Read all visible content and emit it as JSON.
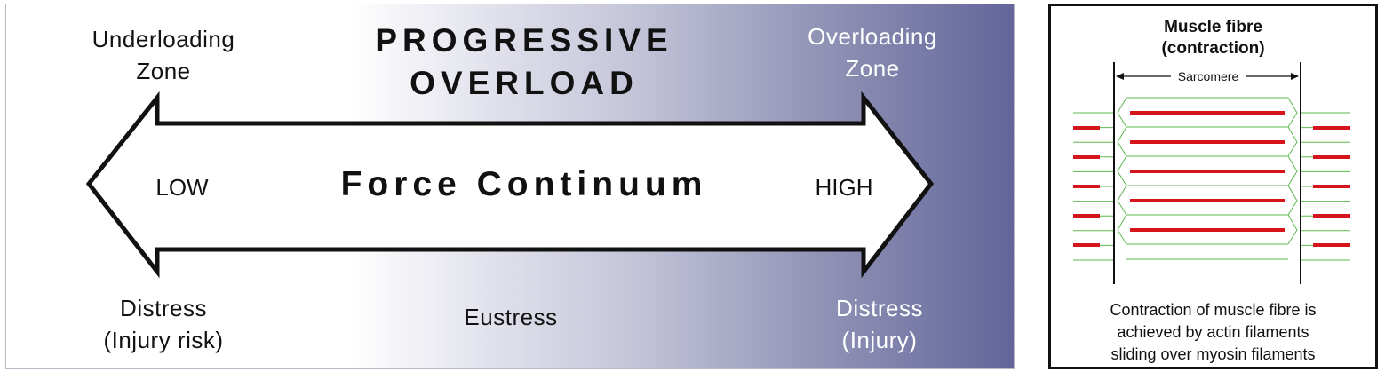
{
  "diagram": {
    "title_lines": [
      "PROGRESSIVE",
      "OVERLOAD"
    ],
    "arrow_label": "Force Continuum",
    "low_label": "LOW",
    "high_label": "HIGH",
    "top_left_zone": [
      "Underloading",
      "Zone"
    ],
    "top_right_zone": [
      "Overloading",
      "Zone"
    ],
    "bottom_left": [
      "Distress",
      "(Injury risk)"
    ],
    "bottom_center": "Eustress",
    "bottom_right": [
      "Distress",
      "(Injury)"
    ],
    "colors": {
      "gradient_end": "#63669a",
      "arrow_outline": "#111111"
    }
  },
  "fibre": {
    "title_lines": [
      "Muscle fibre",
      "(contraction)"
    ],
    "sarcomere_label": "Sarcomere",
    "caption_lines": [
      "Contraction of muscle fibre is",
      "achieved by actin filaments",
      "sliding over myosin filaments"
    ],
    "colors": {
      "myosin": "#d6141c",
      "actin": "#5bb84e",
      "z_line": "#111111"
    }
  }
}
